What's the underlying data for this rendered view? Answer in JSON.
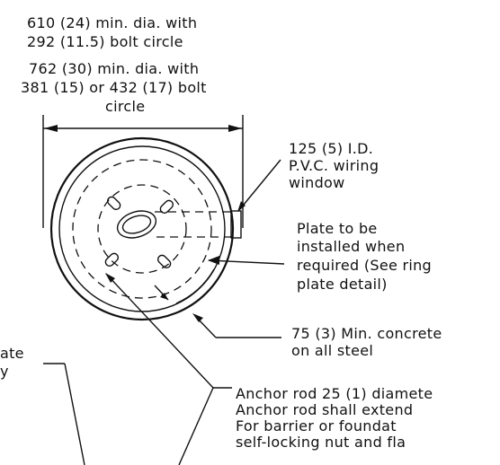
{
  "labels": {
    "bolt_circle_small_line1": "610 (24) min. dia. with",
    "bolt_circle_small_line2": "292 (11.5)  bolt circle",
    "bolt_circle_large_line1": "762 (30) min. dia. with",
    "bolt_circle_large_line2": "381 (15) or 432 (17) bolt",
    "bolt_circle_large_line3": "circle",
    "wiring_window_line1": "125 (5) I.D.",
    "wiring_window_line2": "P.V.C. wiring",
    "wiring_window_line3": "window",
    "plate_line1": "Plate to be",
    "plate_line2": "installed when",
    "plate_line3": "required (See ring",
    "plate_line4": "plate detail)",
    "concrete_line1": "75 (3) Min. concrete",
    "concrete_line2": "on all steel",
    "left_cut_line1": "ate",
    "left_cut_line2": "y",
    "anchor_line1": "Anchor rod 25 (1) diamete",
    "anchor_line2": "Anchor rod shall extend",
    "anchor_line3": "For barrier or foundat",
    "anchor_line4": "self-locking nut and fla"
  },
  "colors": {
    "ink": "#111111",
    "paper": "#ffffff"
  }
}
